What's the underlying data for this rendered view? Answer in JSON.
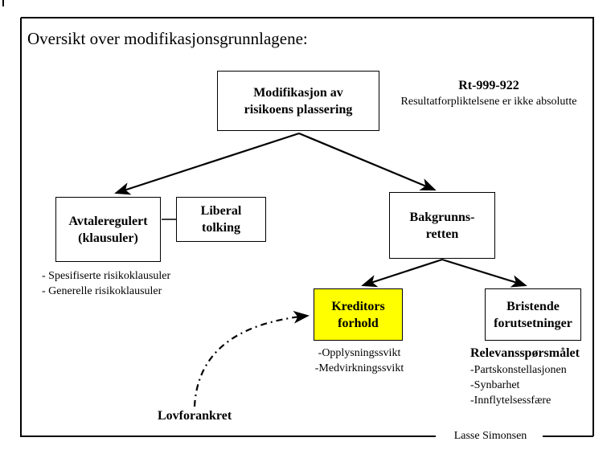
{
  "slide": {
    "title": "Oversikt over modifikasjonsgrunnlagene:",
    "author": "Lasse Simonsen"
  },
  "colors": {
    "highlight_yellow": "#ffff00",
    "line_black": "#000000",
    "background_white": "#ffffff"
  },
  "nodes": {
    "modifikasjon": {
      "line1": "Modifikasjon av",
      "line2": "risikoens plassering"
    },
    "avtaleregulert": {
      "line1": "Avtaleregulert",
      "line2": "(klausuler)"
    },
    "liberal": {
      "line1": "Liberal",
      "line2": "tolking"
    },
    "bakgrunnsretten": {
      "line1": "Bakgrunns-",
      "line2": "retten"
    },
    "kreditors": {
      "line1": "Kreditors",
      "line2": "forhold"
    },
    "bristende": {
      "line1": "Bristende",
      "line2": "forutsetninger"
    }
  },
  "annotations": {
    "rt_case": {
      "title": "Rt-999-922",
      "subtitle": "Resultatforpliktelsene er ikke absolutte"
    },
    "klausul_list": {
      "item1": "- Spesifiserte risikoklausuler",
      "item2": "- Generelle risikoklausuler"
    },
    "kreditor_list": {
      "item1": "-Opplysningssvikt",
      "item2": "-Medvirkningssvikt"
    },
    "relevans": {
      "title": "Relevansspørsmålet",
      "item1": "-Partskonstellasjonen",
      "item2": "-Synbarhet",
      "item3": "-Innflytelsessfære"
    },
    "lovforankret": "Lovforankret"
  }
}
